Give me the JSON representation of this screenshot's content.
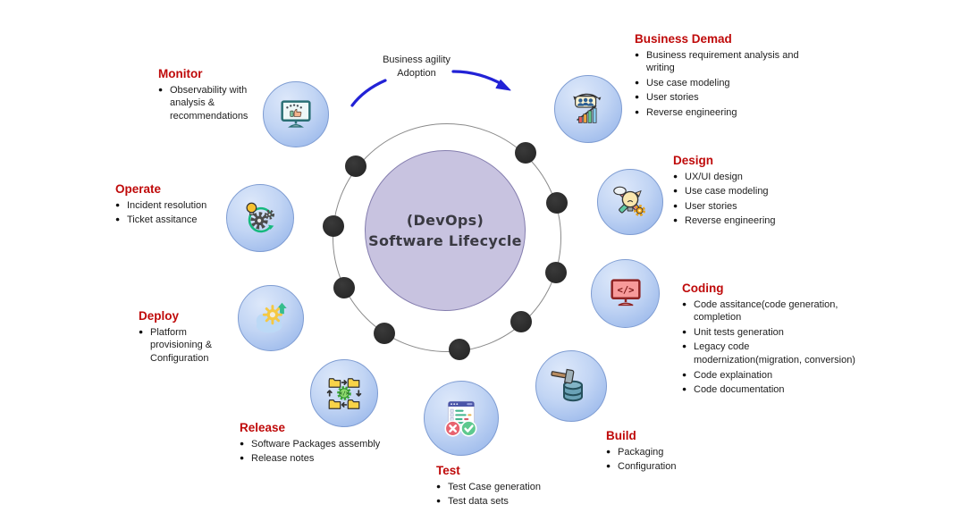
{
  "diagram": {
    "center": {
      "line1": "(DevOps)",
      "line2": "Software Lifecycle"
    },
    "annotation": {
      "line1": "Business agility",
      "line2": "Adoption"
    }
  },
  "stages": [
    {
      "id": "business-demand",
      "title": "Business Demad",
      "icon": "team-analytics-icon",
      "bullets": [
        "Business requirement analysis and\nwriting",
        "Use case modeling",
        "User stories",
        "Reverse engineering"
      ]
    },
    {
      "id": "design",
      "title": "Design",
      "icon": "bulb-pencils-icon",
      "bullets": [
        "UX/UI design",
        "Use case modeling",
        "User stories",
        "Reverse engineering"
      ]
    },
    {
      "id": "coding",
      "title": "Coding",
      "icon": "code-monitor-icon",
      "bullets": [
        "Code assitance(code generation,\ncompletion",
        "Unit tests generation",
        "Legacy code\nmodernization(migration, conversion)",
        "Code explaination",
        "Code documentation"
      ]
    },
    {
      "id": "build",
      "title": "Build",
      "icon": "hammer-database-icon",
      "bullets": [
        "Packaging",
        "Configuration"
      ]
    },
    {
      "id": "test",
      "title": "Test",
      "icon": "test-checklist-icon",
      "bullets": [
        "Test Case generation",
        "Test data sets"
      ]
    },
    {
      "id": "release",
      "title": "Release",
      "icon": "package-cycle-icon",
      "bullets": [
        "Software Packages assembly",
        "Release notes"
      ]
    },
    {
      "id": "deploy",
      "title": "Deploy",
      "icon": "cloud-deploy-icon",
      "bullets": [
        "Platform\nprovisioning &\nConfiguration"
      ]
    },
    {
      "id": "operate",
      "title": "Operate",
      "icon": "gears-support-icon",
      "bullets": [
        "Incident resolution",
        "Ticket assitance"
      ]
    },
    {
      "id": "monitor",
      "title": "Monitor",
      "icon": "monitor-observability-icon",
      "bullets": [
        "Observability with\nanalysis &\nrecommendations"
      ]
    }
  ],
  "colors": {
    "heading_red": "#bf0a0a",
    "body_text": "#1d1d1d",
    "node_fill_light": "#dde8fa",
    "node_fill_dark": "#8fb0e8",
    "node_border": "#7e9cd2",
    "center_fill": "#c8c3e0",
    "center_border": "#847dae",
    "ring_line": "#8a8a8a",
    "ring_dot": "#2a2a2a",
    "arrow_blue": "#2222d6",
    "background": "#ffffff"
  }
}
